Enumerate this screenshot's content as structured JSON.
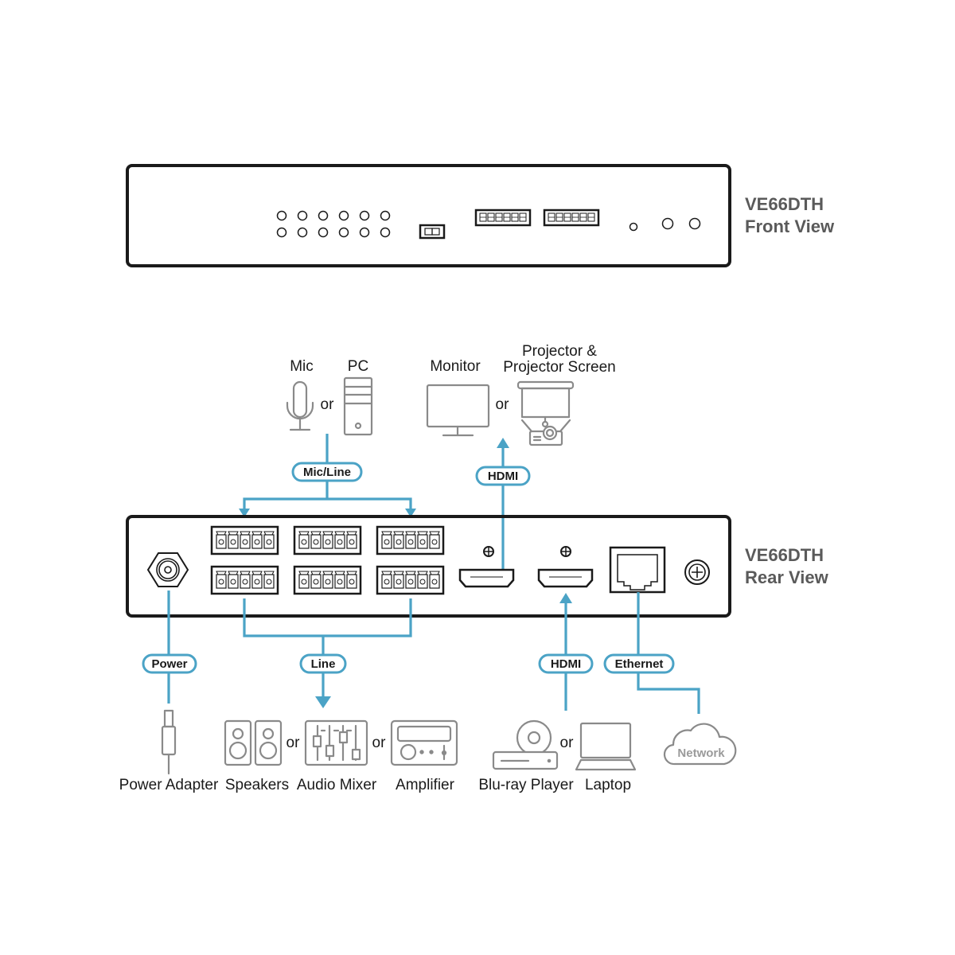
{
  "diagram": {
    "front": {
      "model": "VE66DTH",
      "view": "Front View",
      "led_rows": 2,
      "led_cols": 6,
      "dip_switch_positions": 6
    },
    "rear": {
      "model": "VE66DTH",
      "view": "Rear View",
      "terminal_blocks": 6,
      "pins_per_block": 5
    },
    "top_sources": {
      "mic": "Mic",
      "pc": "PC",
      "or1": "or",
      "monitor": "Monitor",
      "projector_line1": "Projector &",
      "projector_line2": "Projector Screen",
      "or2": "or"
    },
    "cables": {
      "mic_line": "Mic/Line",
      "hdmi_out": "HDMI",
      "power": "Power",
      "line": "Line",
      "hdmi_in": "HDMI",
      "ethernet": "Ethernet"
    },
    "bottom_devices": {
      "power_adapter": "Power Adapter",
      "speakers": "Speakers",
      "or_a": "or",
      "audio_mixer": "Audio Mixer",
      "or_b": "or",
      "amplifier": "Amplifier",
      "bluray": "Blu-ray Player",
      "or_c": "or",
      "laptop": "Laptop",
      "network": "Network"
    },
    "colors": {
      "cable": "#4ba3c6",
      "device_outline": "#1a1a1a",
      "icon": "#8a8a8a",
      "title": "#5a5a5a"
    }
  }
}
